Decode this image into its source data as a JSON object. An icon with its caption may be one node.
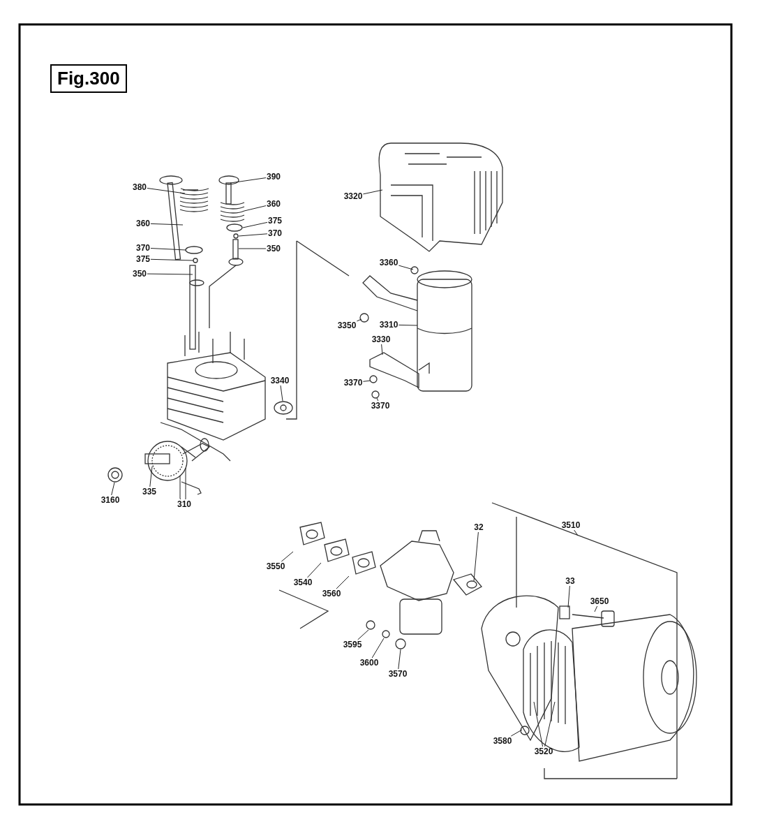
{
  "diagram": {
    "title": "Fig.300",
    "nodes": [
      {
        "text": [
          "380"
        ]
      },
      {
        "text": [
          "390"
        ]
      },
      {
        "text": [
          "3320"
        ]
      },
      {
        "text": [
          "360"
        ]
      },
      {
        "text": [
          "360"
        ]
      },
      {
        "text": [
          "375"
        ]
      },
      {
        "text": [
          "370"
        ]
      },
      {
        "text": [
          "370"
        ]
      },
      {
        "text": [
          "350"
        ]
      },
      {
        "text": [
          "375"
        ]
      },
      {
        "text": [
          "350"
        ]
      },
      {
        "text": [
          "3360"
        ]
      },
      {
        "text": [
          "3350"
        ]
      },
      {
        "text": [
          "3310"
        ]
      },
      {
        "text": [
          "3330"
        ]
      },
      {
        "text": [
          "3340"
        ]
      },
      {
        "text": [
          "3370"
        ]
      },
      {
        "text": [
          "3370"
        ]
      },
      {
        "text": [
          "335"
        ]
      },
      {
        "text": [
          "3160"
        ]
      },
      {
        "text": [
          "310"
        ]
      },
      {
        "text": [
          "32"
        ]
      },
      {
        "text": [
          "3510"
        ]
      },
      {
        "text": [
          "33"
        ]
      },
      {
        "text": [
          "3550"
        ]
      },
      {
        "text": [
          "3650"
        ]
      },
      {
        "text": [
          "3540"
        ]
      },
      {
        "text": [
          "3560"
        ]
      },
      {
        "text": [
          "3595"
        ]
      },
      {
        "text": [
          "3600"
        ]
      },
      {
        "text": [
          "3570"
        ]
      },
      {
        "text": [
          "3580"
        ]
      },
      {
        "text": [
          "3520"
        ]
      }
    ],
    "edges": [
      {
        "from": 0,
        "to": null,
        "arrow": "none"
      },
      {
        "from": 1,
        "to": null,
        "arrow": "none"
      },
      {
        "from": 2,
        "to": null,
        "arrow": "none"
      },
      {
        "from": 3,
        "to": null,
        "arrow": "none"
      },
      {
        "from": 4,
        "to": null,
        "arrow": "none"
      },
      {
        "from": 5,
        "to": null,
        "arrow": "none"
      },
      {
        "from": 6,
        "to": null,
        "arrow": "none"
      },
      {
        "from": 7,
        "to": null,
        "arrow": "none"
      },
      {
        "from": 8,
        "to": null,
        "arrow": "none"
      },
      {
        "from": 9,
        "to": null,
        "arrow": "none"
      },
      {
        "from": 10,
        "to": null,
        "arrow": "none"
      },
      {
        "from": 11,
        "to": null,
        "arrow": "none"
      },
      {
        "from": 12,
        "to": null,
        "arrow": "none"
      },
      {
        "from": 13,
        "to": null,
        "arrow": "none"
      },
      {
        "from": 14,
        "to": null,
        "arrow": "none"
      },
      {
        "from": 15,
        "to": null,
        "arrow": "none"
      },
      {
        "from": 16,
        "to": null,
        "arrow": "none"
      },
      {
        "from": 17,
        "to": null,
        "arrow": "none"
      },
      {
        "from": 18,
        "to": null,
        "arrow": "none"
      },
      {
        "from": 19,
        "to": null,
        "arrow": "none"
      },
      {
        "from": 20,
        "to": null,
        "arrow": "none"
      },
      {
        "from": 20,
        "to": null,
        "arrow": "none"
      },
      {
        "from": 21,
        "to": null,
        "arrow": "none"
      },
      {
        "from": 22,
        "to": null,
        "arrow": "none"
      },
      {
        "from": 23,
        "to": null,
        "arrow": "none"
      },
      {
        "from": 24,
        "to": null,
        "arrow": "none"
      },
      {
        "from": 25,
        "to": null,
        "arrow": "none"
      },
      {
        "from": 26,
        "to": null,
        "arrow": "none"
      },
      {
        "from": 27,
        "to": null,
        "arrow": "none"
      },
      {
        "from": 28,
        "to": null,
        "arrow": "none"
      },
      {
        "from": 29,
        "to": null,
        "arrow": "none"
      },
      {
        "from": 30,
        "to": null,
        "arrow": "none"
      },
      {
        "from": 31,
        "to": null,
        "arrow": "none"
      },
      {
        "from": 32,
        "to": null,
        "arrow": "none"
      },
      {
        "from": 32,
        "to": null,
        "arrow": "none"
      }
    ]
  }
}
